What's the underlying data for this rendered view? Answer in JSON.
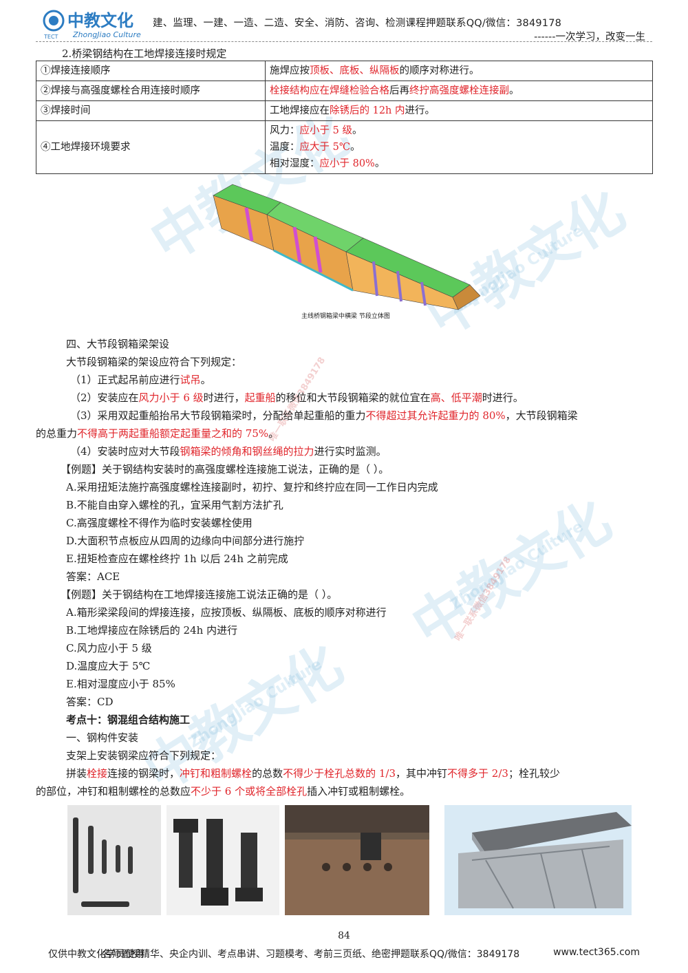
{
  "header": {
    "logo_cn": "中教文化",
    "logo_en": "ZhongJiao Culture",
    "logo_abbr": "TECT",
    "courses": "建、监理、一建、一造、二造、安全、消防、咨询、检测课程押题联系QQ/微信：3849178",
    "motto": "------一次学习，改变一生"
  },
  "section2": {
    "title": "2.桥梁钢结构在工地焊接连接时规定",
    "rows": [
      {
        "label": "①焊接连接顺序",
        "parts": [
          {
            "t": "施焊应按",
            "red": false
          },
          {
            "t": "顶板、底板、纵隔板",
            "red": true
          },
          {
            "t": "的顺序对称进行。",
            "red": false
          }
        ]
      },
      {
        "label": "②焊接与高强度螺栓合用连接时顺序",
        "parts": [
          {
            "t": "栓接结构应在焊缝检验合格",
            "red": true
          },
          {
            "t": "后再",
            "red": false
          },
          {
            "t": "终拧高强度螺栓连接副",
            "red": true
          },
          {
            "t": "。",
            "red": false
          }
        ]
      },
      {
        "label": "③焊接时间",
        "parts": [
          {
            "t": "工地焊接应在",
            "red": false
          },
          {
            "t": "除锈后的 12h 内",
            "red": true
          },
          {
            "t": "进行。",
            "red": false
          }
        ]
      },
      {
        "label": "④工地焊接环境要求",
        "lines": [
          [
            {
              "t": "风力：",
              "red": false
            },
            {
              "t": "应小于 5 级",
              "red": true
            },
            {
              "t": "。",
              "red": false
            }
          ],
          [
            {
              "t": "温度：",
              "red": false
            },
            {
              "t": "应大于 5℃",
              "red": true
            },
            {
              "t": "。",
              "red": false
            }
          ],
          [
            {
              "t": "相对湿度：",
              "red": false
            },
            {
              "t": "应小于 80%",
              "red": true
            },
            {
              "t": "。",
              "red": false
            }
          ]
        ]
      }
    ]
  },
  "figure1": {
    "caption": "主线桥钢箱梁中横梁 节段立体图"
  },
  "section4": {
    "heading": "四、大节段钢箱梁架设",
    "intro": "大节段钢箱梁的架设应符合下列规定：",
    "items": [
      [
        {
          "t": "（1）正式起吊前应进行",
          "red": false
        },
        {
          "t": "试吊",
          "red": true
        },
        {
          "t": "。",
          "red": false
        }
      ],
      [
        {
          "t": "（2）安装应在",
          "red": false
        },
        {
          "t": "风力小于 6 级",
          "red": true
        },
        {
          "t": "时进行，",
          "red": false
        },
        {
          "t": "起重船",
          "red": true
        },
        {
          "t": "的移位和大节段钢箱梁的就位宜在",
          "red": false
        },
        {
          "t": "高、低平潮",
          "red": true
        },
        {
          "t": "时进行。",
          "red": false
        }
      ],
      [
        {
          "t": "（3）采用双起重船抬吊大节段钢箱梁时，分配给单起重船的重力",
          "red": false
        },
        {
          "t": "不得超过其允许起重力的 80%",
          "red": true
        },
        {
          "t": "，大节段钢箱梁",
          "red": false
        }
      ],
      [
        {
          "t": "的总重力",
          "red": false
        },
        {
          "t": "不得高于两起重船额定起重量之和的 75%",
          "red": true
        },
        {
          "t": "。",
          "red": false
        }
      ],
      [
        {
          "t": "（4）安装时应对大节段",
          "red": false
        },
        {
          "t": "钢箱梁的倾角和钢丝绳的拉力",
          "red": true
        },
        {
          "t": "进行实时监测。",
          "red": false
        }
      ]
    ]
  },
  "example1": {
    "question": "【例题】关于钢结构安装时的高强度螺栓连接施工说法，正确的是（    ）。",
    "options": [
      "A.采用扭矩法施拧高强度螺栓连接副时，初拧、复拧和终拧应在同一工作日内完成",
      "B.不能自由穿入螺栓的孔，宜采用气割方法扩孔",
      "C.高强度螺栓不得作为临时安装螺栓使用",
      "D.大面积节点板应从四周的边缘向中间部分进行施拧",
      "E.扭矩检查应在螺栓终拧 1h 以后 24h 之前完成"
    ],
    "answer": "答案：ACE"
  },
  "example2": {
    "question": "【例题】关于钢结构在工地焊接连接施工说法正确的是（    ）。",
    "options": [
      "A.箱形梁梁段间的焊接连接，应按顶板、纵隔板、底板的顺序对称进行",
      "B.工地焊接应在除锈后的 24h 内进行",
      "C.风力应小于 5 级",
      "D.温度应大于 5℃",
      "E.相对湿度应小于 85%"
    ],
    "answer": "答案：CD"
  },
  "point10": {
    "heading": "考点十：钢混组合结构施工",
    "sub": "一、钢构件安装",
    "intro": "支架上安装钢梁应符合下列规定：",
    "line1": [
      {
        "t": "拼装",
        "red": false
      },
      {
        "t": "栓接",
        "red": true
      },
      {
        "t": "连接的钢梁时，",
        "red": false
      },
      {
        "t": "冲钉和粗制螺栓",
        "red": true
      },
      {
        "t": "的总数",
        "red": false
      },
      {
        "t": "不得少于栓孔总数的 1/3",
        "red": true
      },
      {
        "t": "，其中冲钉",
        "red": false
      },
      {
        "t": "不得多于 2/3",
        "red": true
      },
      {
        "t": "；栓孔较少",
        "red": false
      }
    ],
    "line2": [
      {
        "t": "的部位，冲钉和粗制螺栓的总数应",
        "red": false
      },
      {
        "t": "不少于 6 个或将全部栓孔",
        "red": true
      },
      {
        "t": "插入冲钉或粗制螺栓。",
        "red": false
      }
    ]
  },
  "page_number": "84",
  "footer": {
    "left": "仅供中教文化学员使用",
    "center": "名师面授精华、央企内训、考点串讲、习题模考、考前三页纸、绝密押题联系QQ/微信：3849178",
    "right": "www.tect365.com"
  },
  "watermarks": {
    "cn": "中教文化",
    "en": "ZhongJiao Culture",
    "abbr": "TECT",
    "contact": "唯一联系微信3849178"
  }
}
